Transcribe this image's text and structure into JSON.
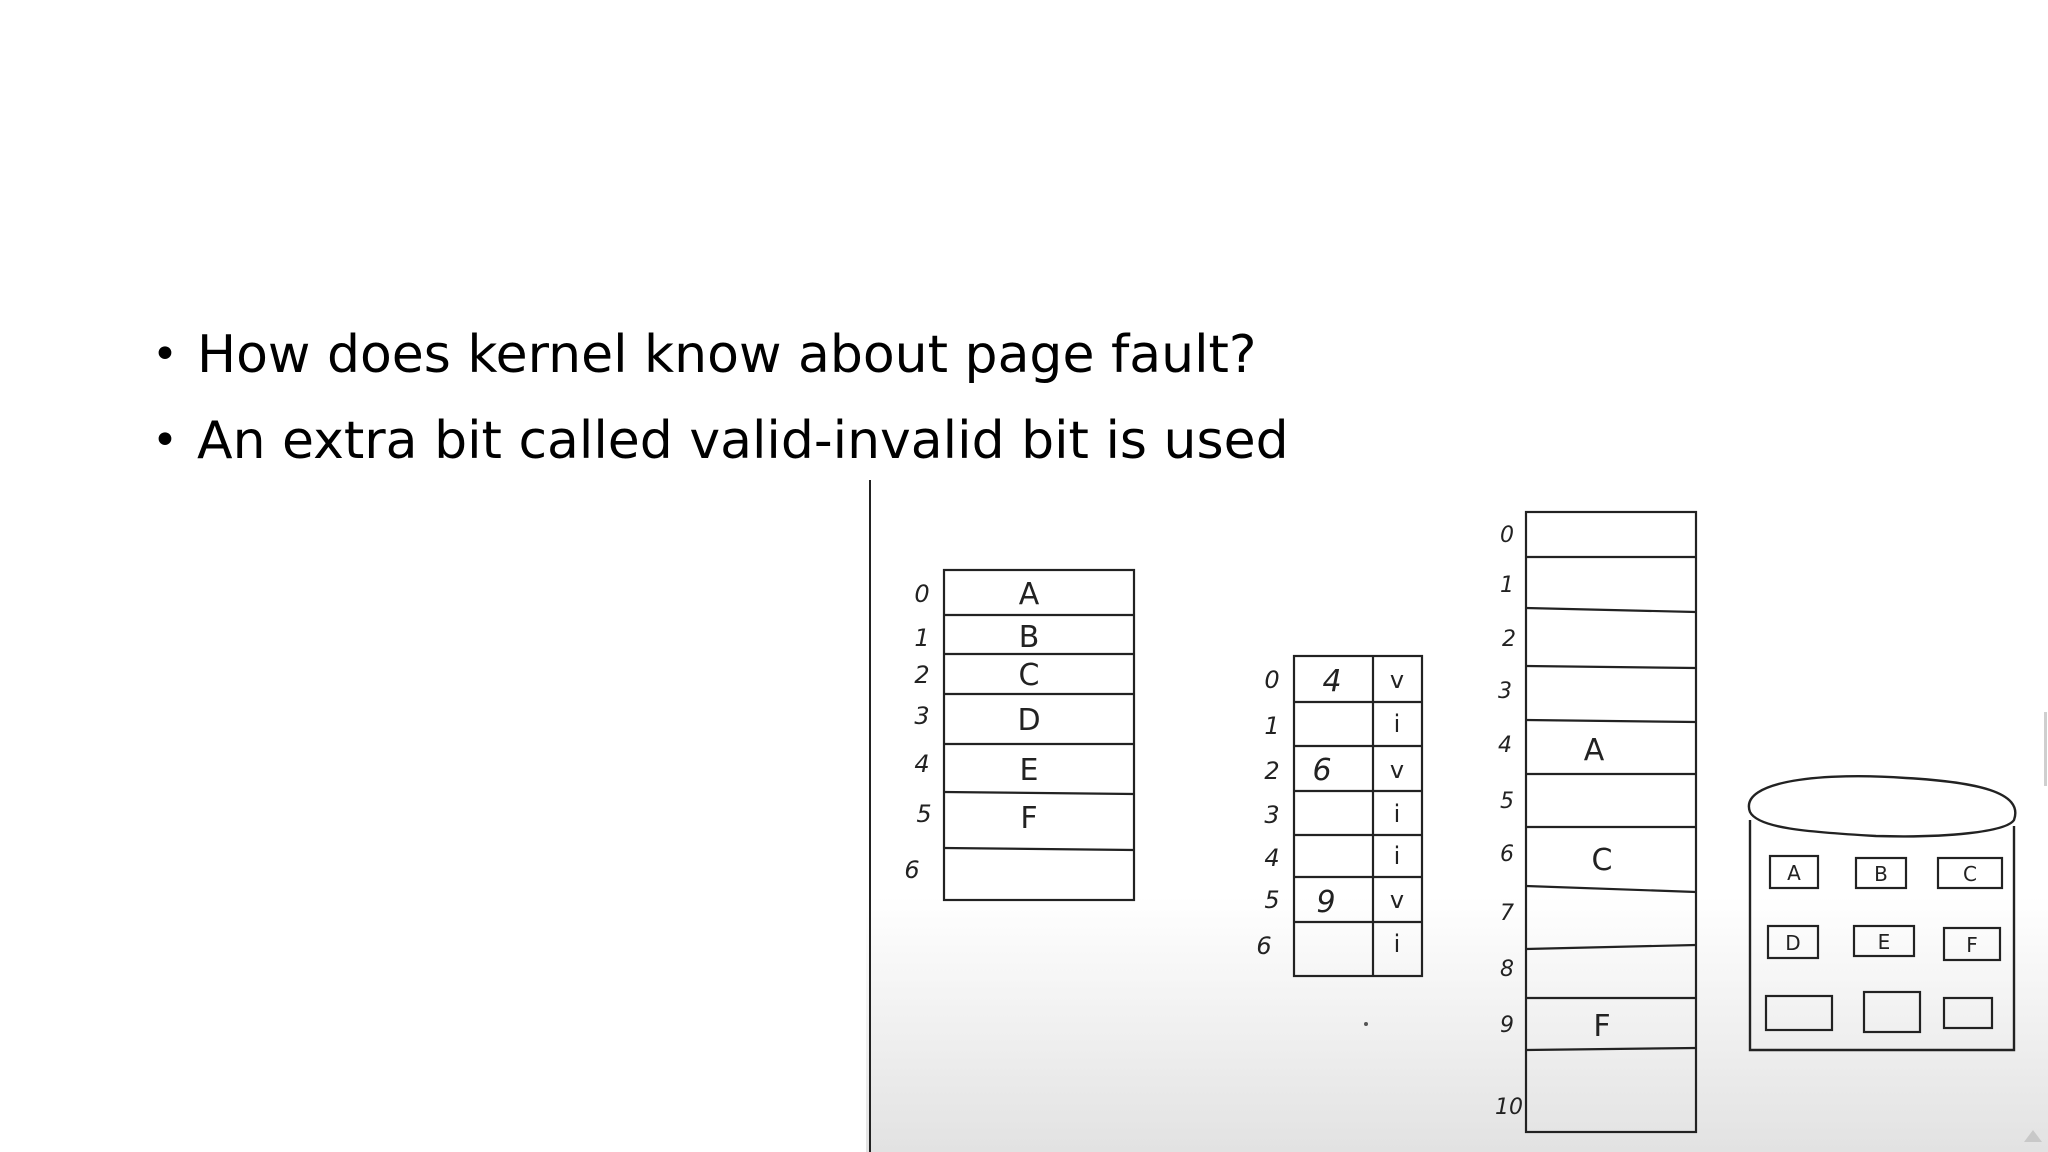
{
  "bullets": [
    "How does kernel know about page fault?",
    "An extra bit called valid-invalid bit is used"
  ],
  "logical_memory": {
    "indices": [
      "0",
      "1",
      "2",
      "3",
      "4",
      "5",
      "6"
    ],
    "pages": [
      "A",
      "B",
      "C",
      "D",
      "E",
      "F",
      ""
    ]
  },
  "page_table": {
    "indices": [
      "0",
      "1",
      "2",
      "3",
      "4",
      "5",
      "6"
    ],
    "frames": [
      "4",
      "",
      "6",
      "",
      "",
      "9",
      ""
    ],
    "bits": [
      "v",
      "i",
      "v",
      "i",
      "i",
      "v",
      "i"
    ]
  },
  "physical_memory": {
    "indices": [
      "0",
      "1",
      "2",
      "3",
      "4",
      "5",
      "6",
      "7",
      "8",
      "9",
      "10"
    ],
    "contents": [
      "",
      "",
      "",
      "",
      "A",
      "",
      "C",
      "",
      "",
      "F",
      ""
    ]
  },
  "disk": {
    "row1": [
      "A",
      "B",
      "C"
    ],
    "row2": [
      "D",
      "E",
      "F"
    ],
    "row3": [
      "",
      "",
      ""
    ]
  }
}
